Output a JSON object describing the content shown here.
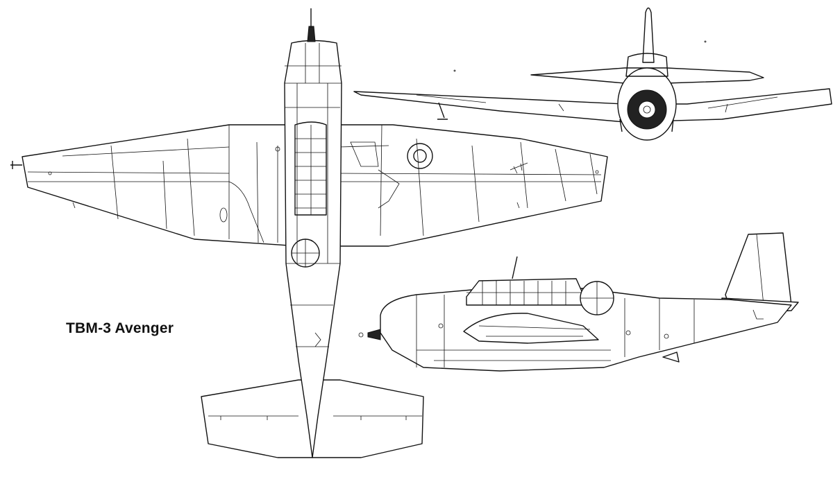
{
  "title": "TBM-3 Avenger",
  "views": {
    "top": "plan-view",
    "front": "front-view",
    "side": "side-view"
  },
  "style": {
    "line_color": "#111111",
    "background": "#ffffff"
  }
}
